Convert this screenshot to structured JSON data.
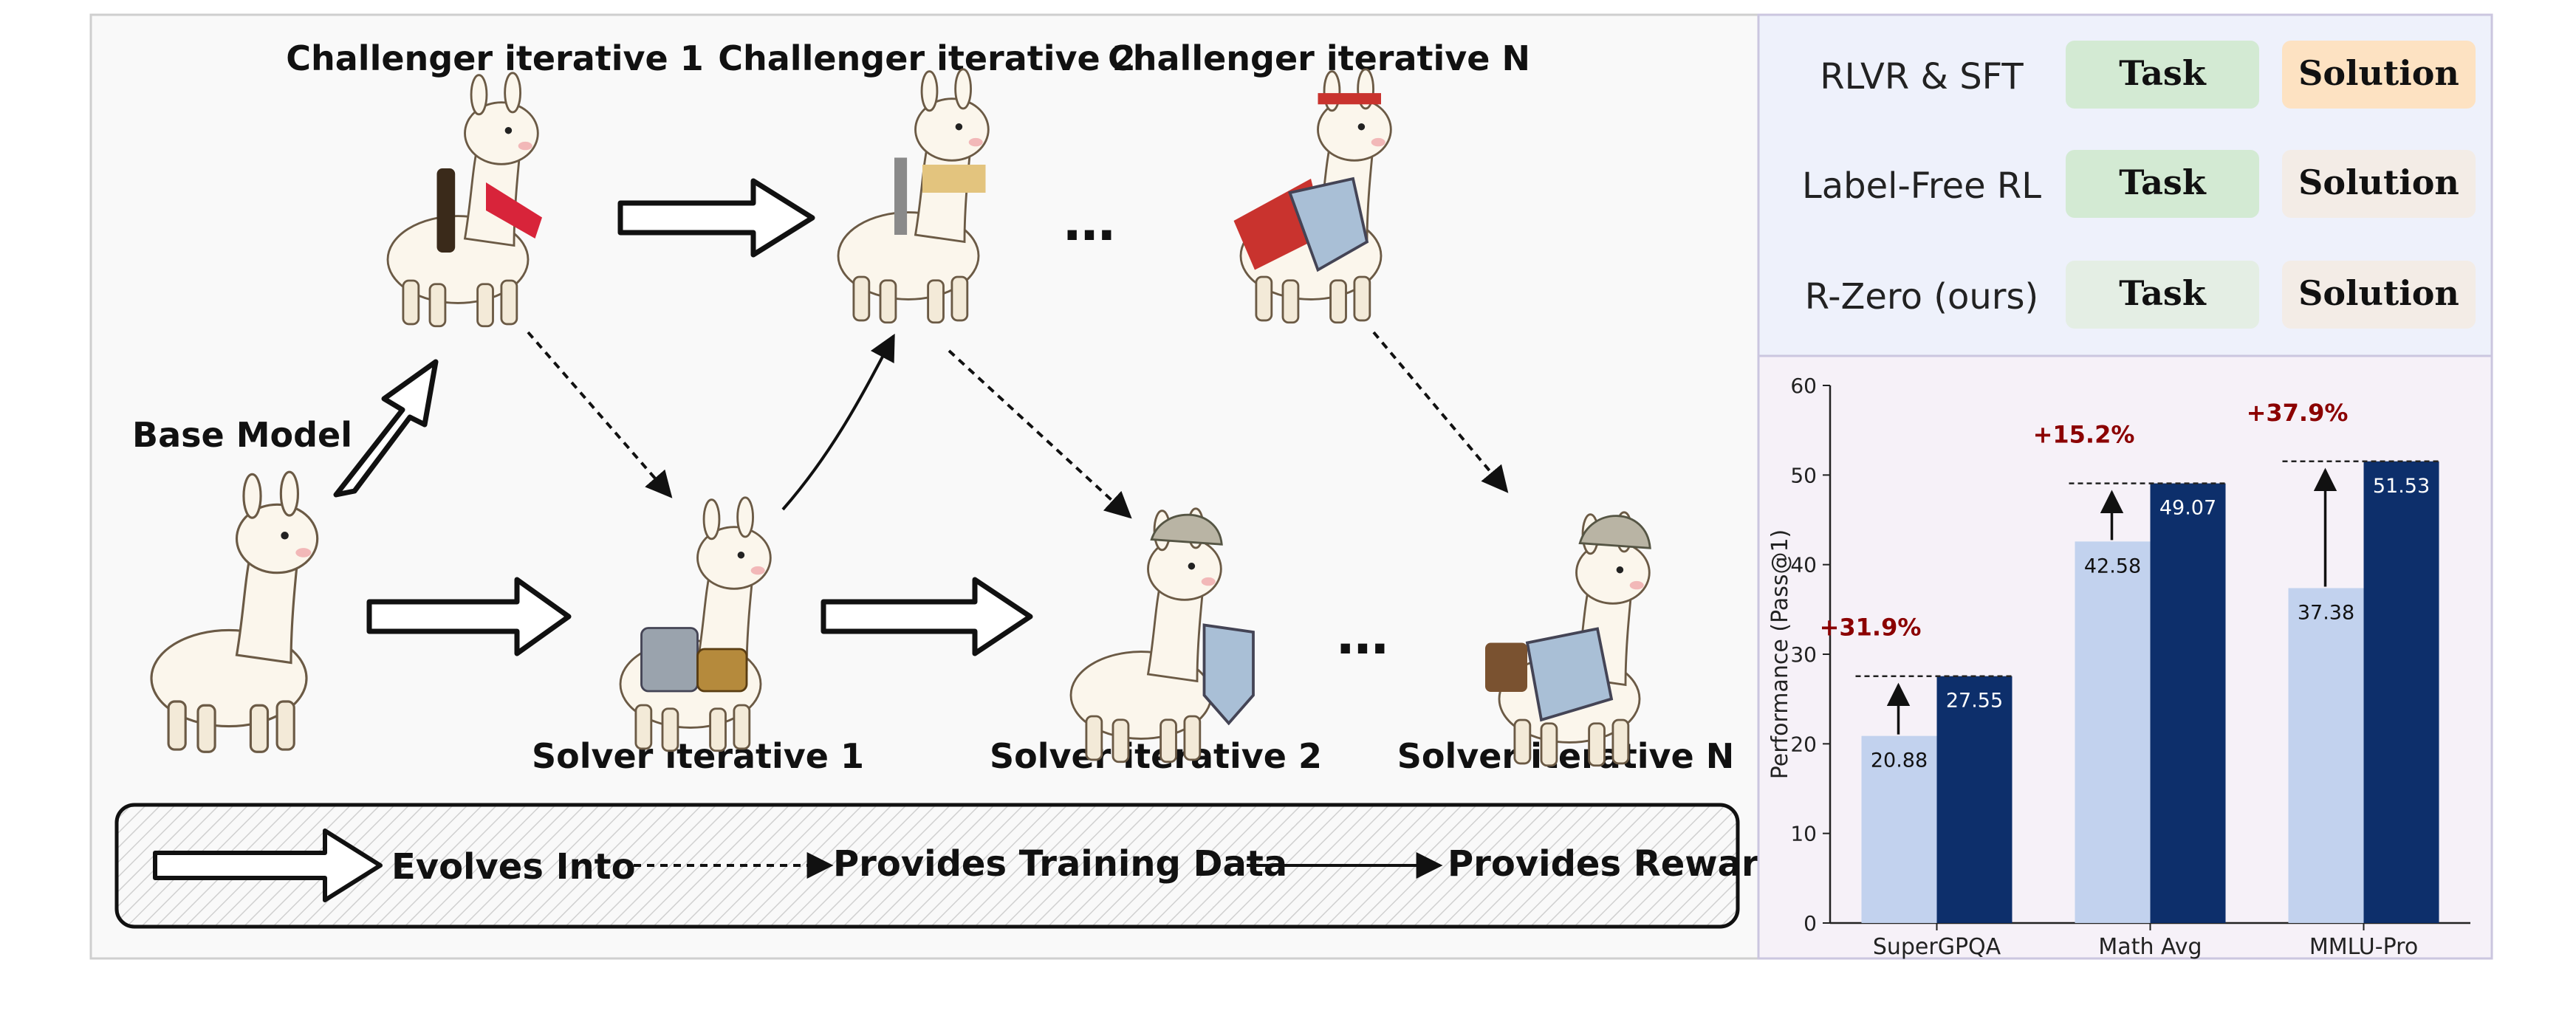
{
  "diagram": {
    "challenger_labels": [
      "Challenger iterative 1",
      "Challenger iterative 2",
      "Challenger iterative N"
    ],
    "solver_labels": [
      "Solver iterative 1",
      "Solver iterative 2",
      "Solver iterative N"
    ],
    "base_model_label": "Base Model",
    "ellipsis": "…",
    "legend": {
      "evolves": "Evolves Into",
      "training": "Provides Training Data",
      "reward": "Provides Reward"
    }
  },
  "comparison": {
    "rows": [
      {
        "method": "RLVR & SFT",
        "task": "Task",
        "solution": "Solution"
      },
      {
        "method": "Label-Free RL",
        "task": "Task",
        "solution": "Solution"
      },
      {
        "method": "R-Zero (ours)",
        "task": "Task",
        "solution": "Solution"
      }
    ]
  },
  "colors": {
    "task_green": "#d3ead3",
    "task_pale": "#e4eee4",
    "solution_orange": "#fde2c2",
    "solution_pale": "#f3ece6",
    "bar_light": "#c2d2ee",
    "bar_dark": "#0d2f6b",
    "gain_red": "#8b0000",
    "panel_top": "#eef1fb",
    "panel_bottom": "#f6f1f8"
  },
  "chart_data": {
    "type": "bar",
    "categories": [
      "SuperGPQA",
      "Math Avg",
      "MMLU-Pro"
    ],
    "series": [
      {
        "values": [
          20.88,
          42.58,
          37.38
        ]
      },
      {
        "values": [
          27.55,
          49.07,
          51.53
        ]
      }
    ],
    "gains": [
      "+31.9%",
      "+15.2%",
      "+37.9%"
    ],
    "ylabel": "Performance (Pass@1)",
    "xlabel": "",
    "ylim": [
      0,
      60
    ],
    "yticks": [
      "0",
      "10",
      "20",
      "30",
      "40",
      "50",
      "60"
    ]
  }
}
